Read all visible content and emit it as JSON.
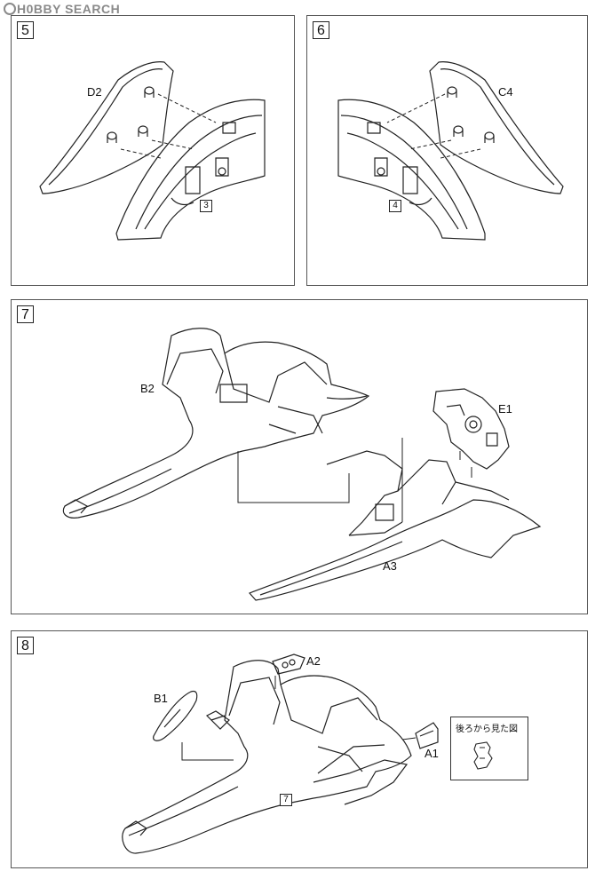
{
  "watermark": {
    "text": "H0BBY SEARCH"
  },
  "steps": [
    {
      "number": "5",
      "parts": [
        {
          "label": "D2"
        }
      ],
      "refs": [
        "3"
      ]
    },
    {
      "number": "6",
      "parts": [
        {
          "label": "C4"
        }
      ],
      "refs": [
        "4"
      ]
    },
    {
      "number": "7",
      "parts": [
        {
          "label": "B2"
        },
        {
          "label": "E1"
        },
        {
          "label": "A3"
        }
      ],
      "refs": []
    },
    {
      "number": "8",
      "parts": [
        {
          "label": "A2"
        },
        {
          "label": "B1"
        },
        {
          "label": "A1"
        }
      ],
      "refs": [
        "7"
      ],
      "inset": {
        "title": "後ろから見た図"
      }
    }
  ]
}
